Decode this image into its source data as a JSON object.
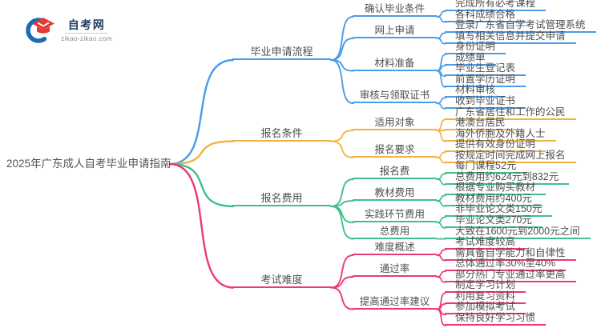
{
  "logo": {
    "site_name": "自考网",
    "site_url": "zikao-zikao.com",
    "brand_blue": "#1b6cb3",
    "brand_red": "#e33a33"
  },
  "root": {
    "label": "2025年广东成人自考毕业申请指南"
  },
  "branches": [
    {
      "label": "毕业申请流程",
      "color": "#4a9be8",
      "children": [
        {
          "label": "确认毕业条件",
          "leaves": [
            "完成所有必考课程",
            "各科成绩合格"
          ]
        },
        {
          "label": "网上申请",
          "leaves": [
            "登录广东省自学考试管理系统",
            "填写相关信息并提交申请"
          ]
        },
        {
          "label": "材料准备",
          "leaves": [
            "身份证明",
            "成绩单",
            "毕业生登记表",
            "前置学历证明"
          ]
        },
        {
          "label": "审核与领取证书",
          "leaves": [
            "材料审核",
            "收到毕业证书"
          ]
        }
      ]
    },
    {
      "label": "报名条件",
      "color": "#f2b23f",
      "children": [
        {
          "label": "适用对象",
          "leaves": [
            "广东省居住和工作的公民",
            "港澳台居民",
            "海外侨胞及外籍人士"
          ]
        },
        {
          "label": "报名要求",
          "leaves": [
            "提供有效身份证明",
            "按规定时间完成网上报名"
          ]
        }
      ]
    },
    {
      "label": "报名费用",
      "color": "#3fc08a",
      "children": [
        {
          "label": "报名费",
          "leaves": [
            "每门课程52元",
            "总费用约624元到832元"
          ]
        },
        {
          "label": "教材费用",
          "leaves": [
            "根据专业购买教材",
            "教材费用约400元"
          ]
        },
        {
          "label": "实践环节费用",
          "leaves": [
            "非毕业论文类150元",
            "毕业论文类270元"
          ]
        },
        {
          "label": "总费用",
          "leaves": [
            "大致在1600元到2000元之间"
          ]
        }
      ]
    },
    {
      "label": "考试难度",
      "color": "#eb3a72",
      "children": [
        {
          "label": "难度概述",
          "leaves": [
            "考试难度较高",
            "需具备自学能力和自律性"
          ]
        },
        {
          "label": "通过率",
          "leaves": [
            "总体通过率30%至40%",
            "部分热门专业通过率更高"
          ]
        },
        {
          "label": "提高通过率建议",
          "leaves": [
            "制定学习计划",
            "利用复习资料",
            "参加模拟考试",
            "保持良好学习习惯"
          ]
        }
      ]
    }
  ]
}
